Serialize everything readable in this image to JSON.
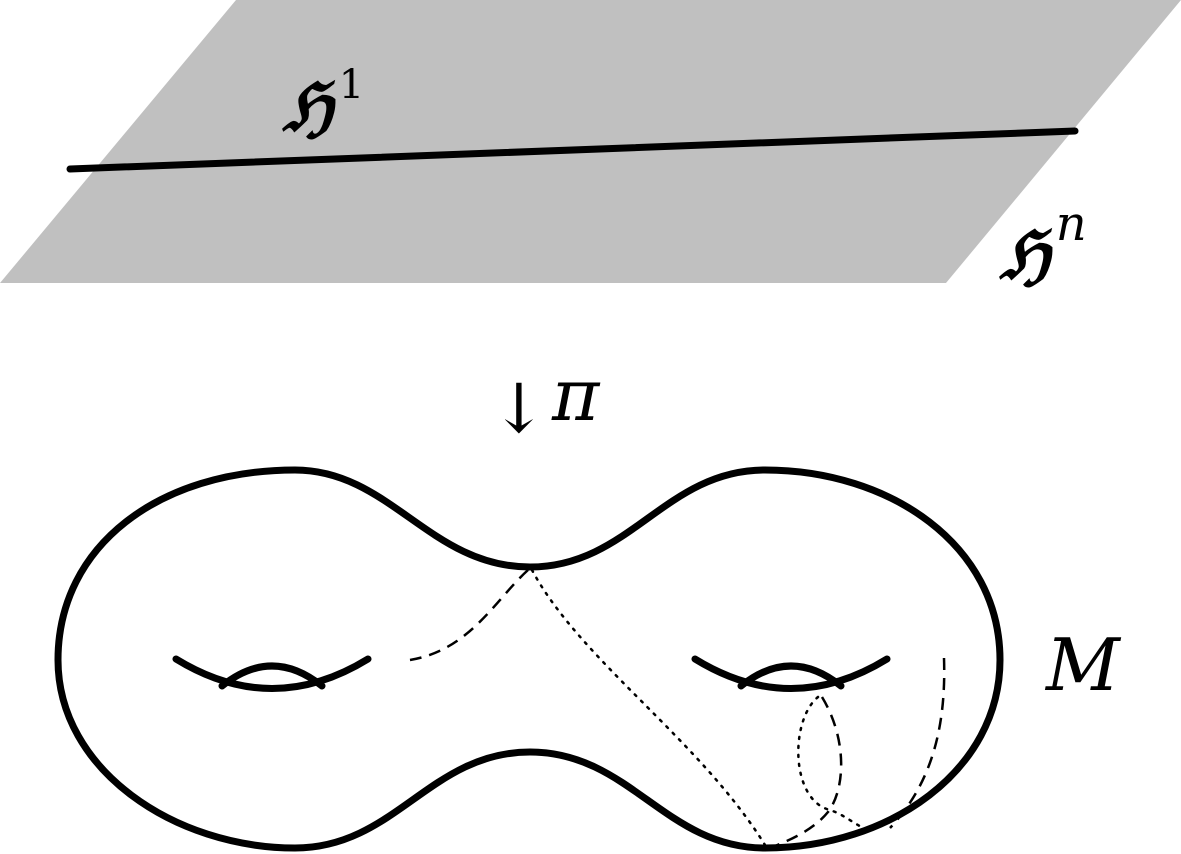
{
  "colors": {
    "plane_fill": "#c0c0c0",
    "stroke": "#000000",
    "background": "#ffffff"
  },
  "labels": {
    "h1_base": "ℌ",
    "h1_sup": "1",
    "hn_base": "ℌ",
    "hn_sup": "n",
    "projection_arrow": "↓",
    "projection_symbol": "π",
    "manifold": "M"
  }
}
